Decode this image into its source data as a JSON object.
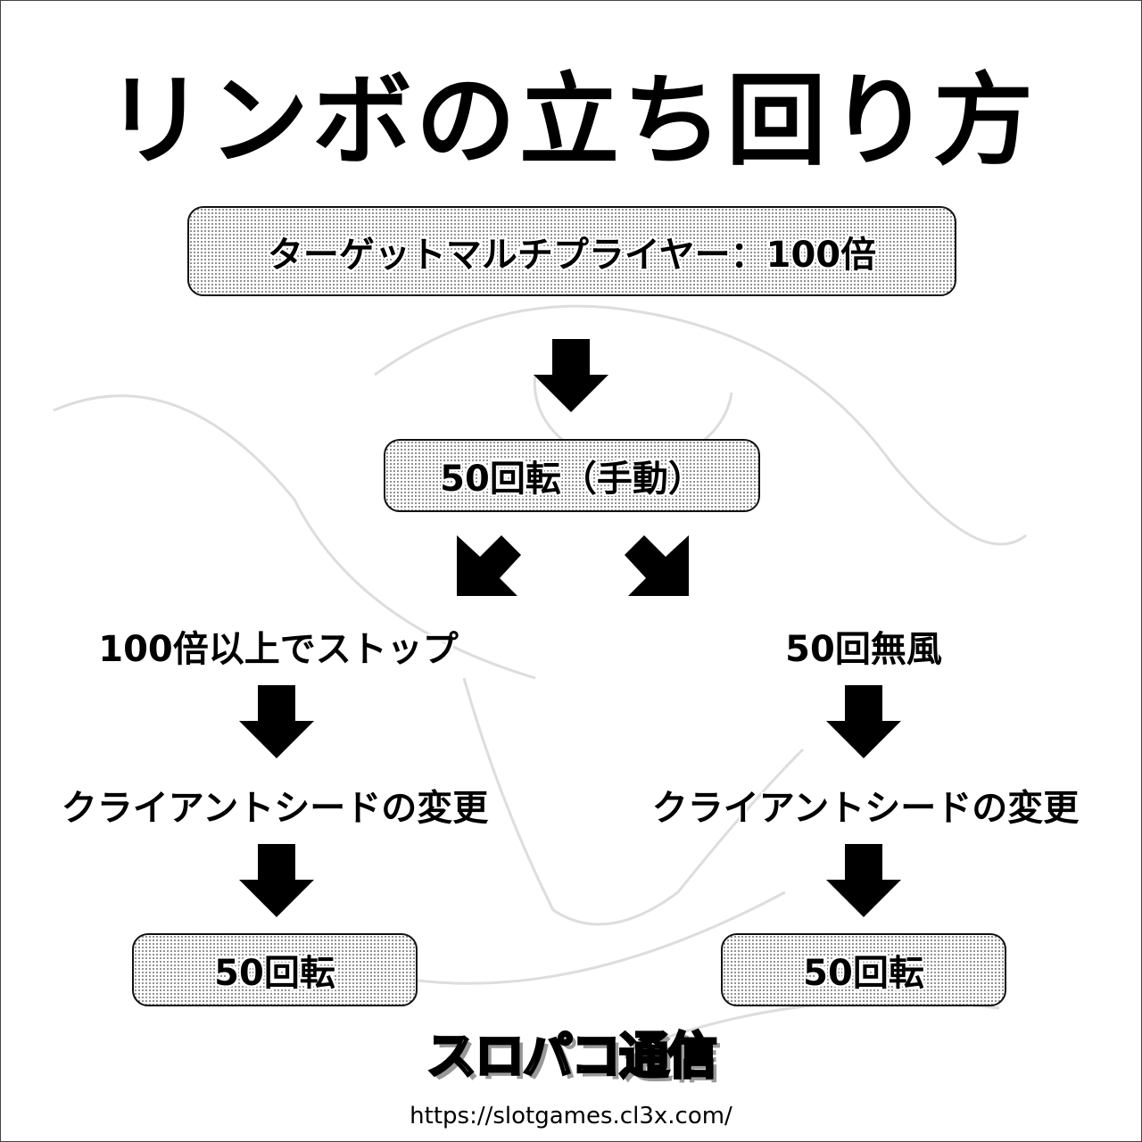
{
  "title": "リンボの立ち回り方",
  "flow": {
    "start_box": "ターゲットマルチプライヤー：100倍",
    "step_box": "50回転（手動）",
    "left_branch": {
      "condition": "100倍以上でストップ",
      "action": "クライアントシードの変更",
      "result_box": "50回転"
    },
    "right_branch": {
      "condition": "50回無風",
      "action": "クライアントシードの変更",
      "result_box": "50回転"
    }
  },
  "footer": {
    "logo_text": "スロパコ通信",
    "url": "https://slotgames.cl3x.com/"
  }
}
